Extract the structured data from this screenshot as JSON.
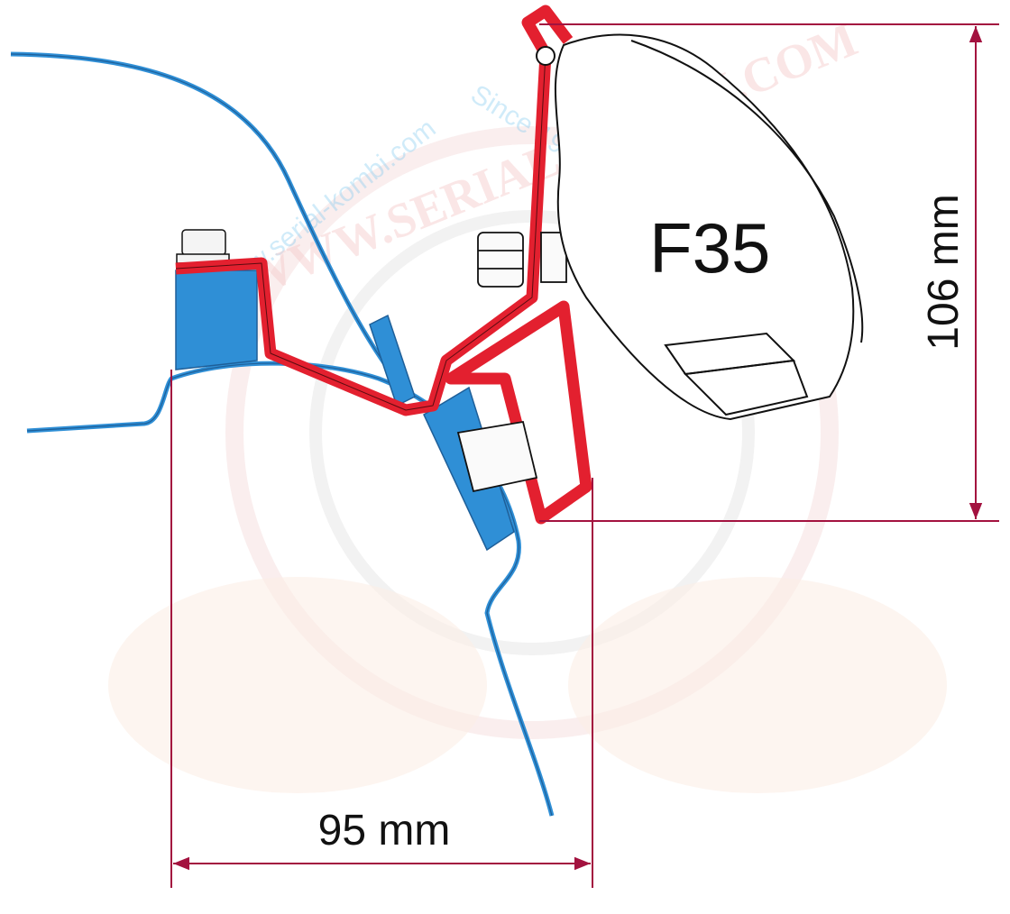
{
  "diagram": {
    "awning_label": "F35",
    "height_dimension": "106 mm",
    "width_dimension": "95 mm"
  },
  "watermark": {
    "url_small": "www.serial-kombi.com",
    "since": "Since 1999 All rights reserved",
    "url_large": "WWW.SERIAL-KOMBI.COM"
  },
  "colors": {
    "bracket_red": "#e3202f",
    "vehicle_blue": "#2f8fd6",
    "dimension_line": "#a3123f"
  }
}
